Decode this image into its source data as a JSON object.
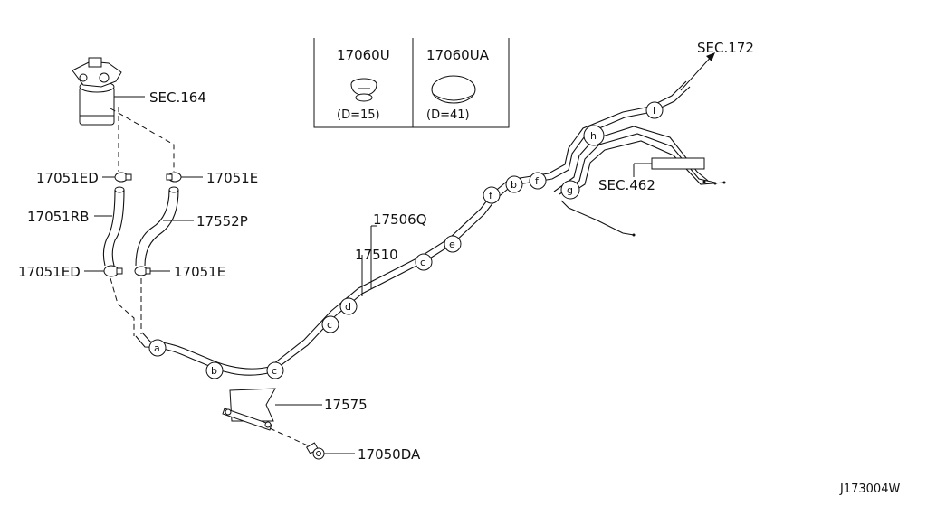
{
  "parts": {
    "sec164": "SEC.164",
    "p17051ED_top": "17051ED",
    "p17051E_top": "17051E",
    "p17051RB": "17051RB",
    "p17552P": "17552P",
    "p17051ED_bot": "17051ED",
    "p17051E_bot": "17051E",
    "p17506Q": "17506Q",
    "p17510": "17510",
    "p17575": "17575",
    "p17050DA": "17050DA",
    "sec172": "SEC.172",
    "sec462": "SEC.462"
  },
  "inset": {
    "left_part": "17060U",
    "left_dim": "(D=15)",
    "right_part": "17060UA",
    "right_dim": "(D=41)"
  },
  "callouts": {
    "a": "a",
    "b1": "b",
    "c1": "c",
    "c2": "c",
    "d": "d",
    "c3": "c",
    "e": "e",
    "f1": "f",
    "b2": "b",
    "f2": "f",
    "g": "g",
    "h": "h",
    "i": "i"
  },
  "figure_id": "J173004W"
}
